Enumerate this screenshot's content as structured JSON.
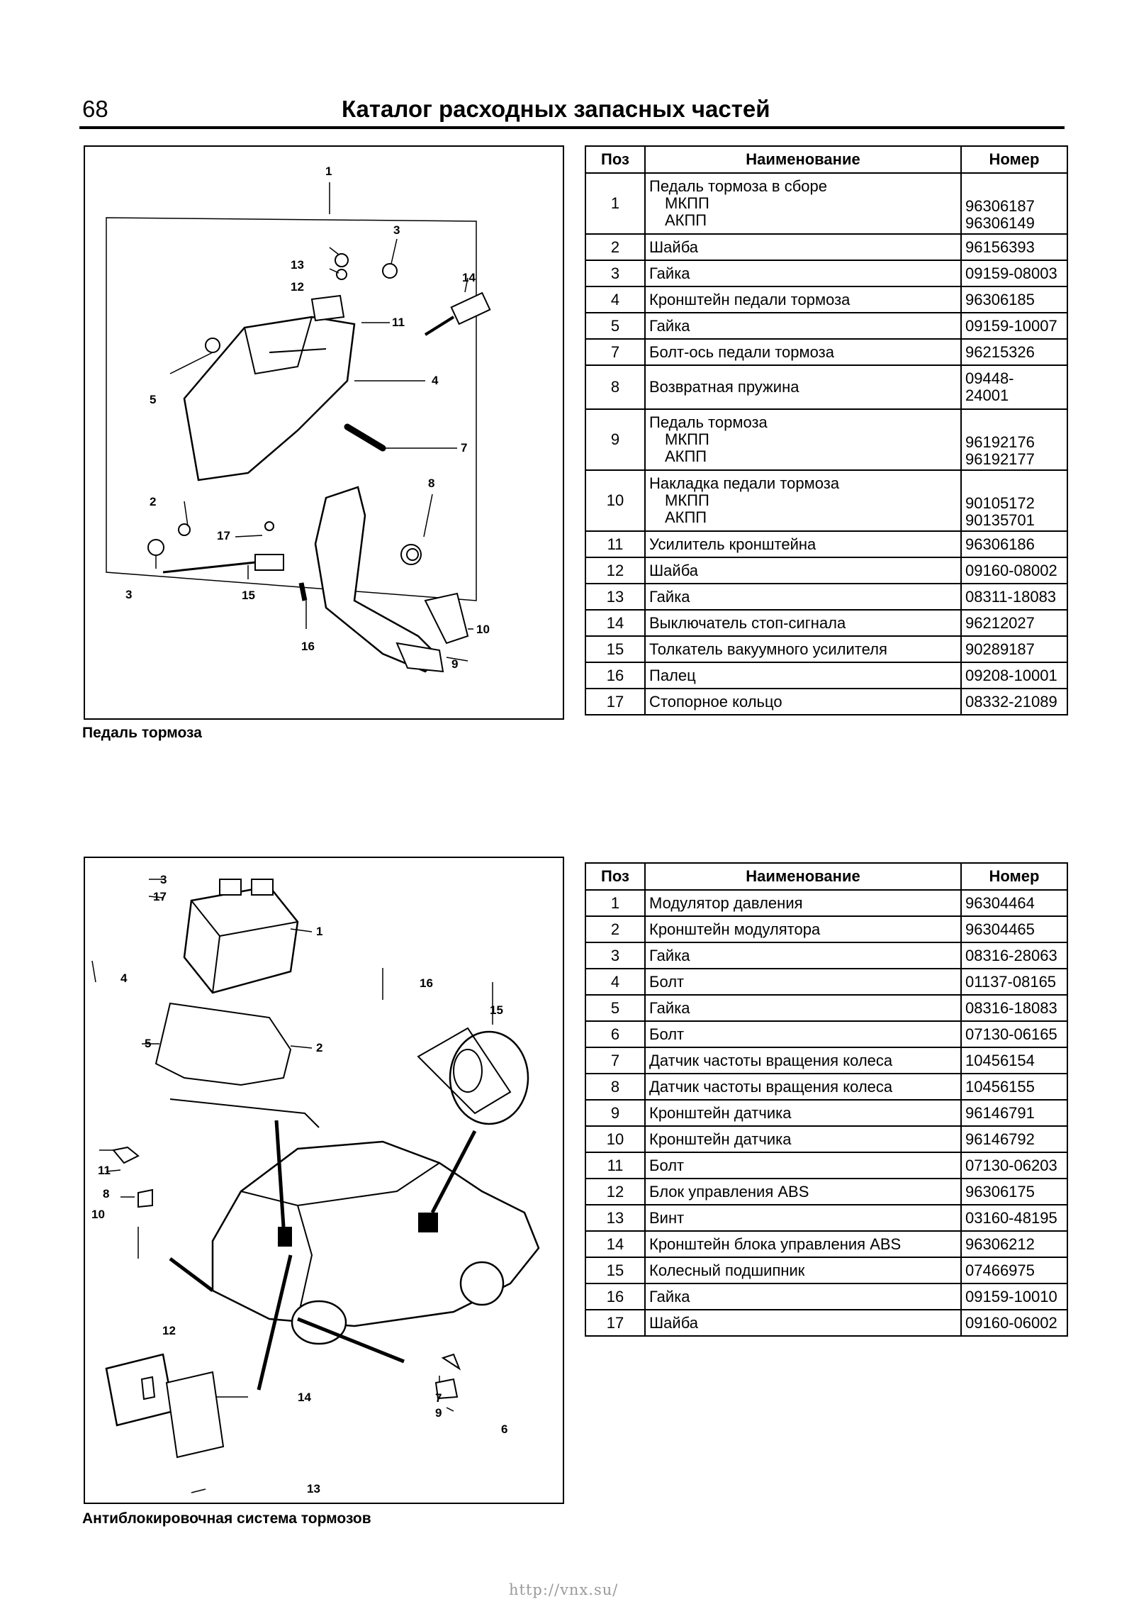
{
  "header": {
    "page_number": "68",
    "title": "Каталог расходных запасных частей"
  },
  "columns": {
    "pos": "Поз",
    "name": "Наименование",
    "number": "Номер"
  },
  "section1": {
    "caption": "Педаль тормоза",
    "callouts": [
      "1",
      "2",
      "3",
      "3",
      "4",
      "5",
      "7",
      "8",
      "9",
      "10",
      "11",
      "12",
      "13",
      "14",
      "15",
      "16",
      "17"
    ],
    "rows": [
      {
        "pos": "1",
        "name": "Педаль тормоза в сборе",
        "sub1": "МКПП",
        "sub2": "АКПП",
        "num1": "96306187",
        "num2": "96306149"
      },
      {
        "pos": "2",
        "name": "Шайба",
        "num": "96156393"
      },
      {
        "pos": "3",
        "name": "Гайка",
        "num": "09159-08003"
      },
      {
        "pos": "4",
        "name": "Кронштейн педали тормоза",
        "num": "96306185"
      },
      {
        "pos": "5",
        "name": "Гайка",
        "num": "09159-10007"
      },
      {
        "pos": "7",
        "name": "Болт-ось педали тормоза",
        "num": "96215326"
      },
      {
        "pos": "8",
        "name": "Возвратная пружина",
        "num1": "09448-",
        "num2": "24001"
      },
      {
        "pos": "9",
        "name": "Педаль тормоза",
        "sub1": "МКПП",
        "sub2": "АКПП",
        "num1": "96192176",
        "num2": "96192177"
      },
      {
        "pos": "10",
        "name": "Накладка педали тормоза",
        "sub1": "МКПП",
        "sub2": "АКПП",
        "num1": "90105172",
        "num2": "90135701"
      },
      {
        "pos": "11",
        "name": "Усилитель кронштейна",
        "num": "96306186"
      },
      {
        "pos": "12",
        "name": "Шайба",
        "num": "09160-08002"
      },
      {
        "pos": "13",
        "name": "Гайка",
        "num": "08311-18083"
      },
      {
        "pos": "14",
        "name": "Выключатель стоп-сигнала",
        "num": "96212027"
      },
      {
        "pos": "15",
        "name": "Толкатель вакуумного усилителя",
        "num": "90289187"
      },
      {
        "pos": "16",
        "name": "Палец",
        "num": "09208-10001"
      },
      {
        "pos": "17",
        "name": "Стопорное кольцо",
        "num": "08332-21089"
      }
    ]
  },
  "section2": {
    "caption": "Антиблокировочная система тормозов",
    "callouts": [
      "1",
      "2",
      "3",
      "4",
      "5",
      "6",
      "7",
      "8",
      "9",
      "10",
      "11",
      "12",
      "13",
      "14",
      "15",
      "16",
      "17"
    ],
    "rows": [
      {
        "pos": "1",
        "name": "Модулятор давления",
        "num": "96304464"
      },
      {
        "pos": "2",
        "name": "Кронштейн модулятора",
        "num": "96304465"
      },
      {
        "pos": "3",
        "name": "Гайка",
        "num": "08316-28063"
      },
      {
        "pos": "4",
        "name": "Болт",
        "num": "01137-08165"
      },
      {
        "pos": "5",
        "name": "Гайка",
        "num": "08316-18083"
      },
      {
        "pos": "6",
        "name": "Болт",
        "num": "07130-06165"
      },
      {
        "pos": "7",
        "name": "Датчик частоты вращения колеса",
        "num": "10456154"
      },
      {
        "pos": "8",
        "name": "Датчик частоты вращения колеса",
        "num": "10456155"
      },
      {
        "pos": "9",
        "name": "Кронштейн датчика",
        "num": "96146791"
      },
      {
        "pos": "10",
        "name": "Кронштейн датчика",
        "num": "96146792"
      },
      {
        "pos": "11",
        "name": "Болт",
        "num": "07130-06203"
      },
      {
        "pos": "12",
        "name": "Блок управления ABS",
        "num": "96306175"
      },
      {
        "pos": "13",
        "name": "Винт",
        "num": "03160-48195"
      },
      {
        "pos": "14",
        "name": "Кронштейн блока управления ABS",
        "num": "96306212"
      },
      {
        "pos": "15",
        "name": "Колесный подшипник",
        "num": "07466975"
      },
      {
        "pos": "16",
        "name": "Гайка",
        "num": "09159-10010"
      },
      {
        "pos": "17",
        "name": "Шайба",
        "num": "09160-06002"
      }
    ]
  },
  "footer": {
    "url": "http://vnx.su/"
  }
}
